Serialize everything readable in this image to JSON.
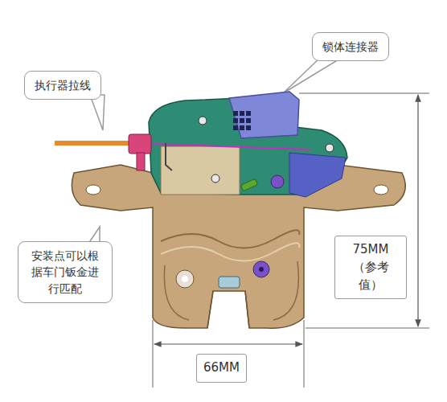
{
  "diagram": {
    "nodes": [
      {
        "text": [
          "锁体连接器"
        ]
      },
      {
        "text": [
          "执行器拉线"
        ]
      },
      {
        "text": [
          "安装点可以根据车门钣金进行匹配"
        ]
      },
      {
        "text": [
          "75MM （参考值）"
        ]
      },
      {
        "text": [
          "66MM"
        ]
      }
    ]
  }
}
